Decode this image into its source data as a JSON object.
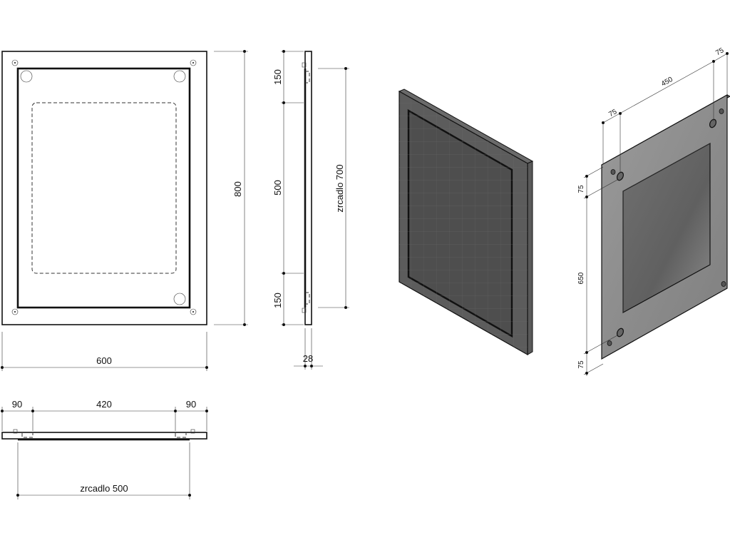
{
  "front_view": {
    "height_label": "800",
    "width_label": "600"
  },
  "side_view": {
    "top_label": "150",
    "middle_label": "500",
    "bottom_label": "150",
    "mirror_label": "zrcadlo 700",
    "depth_label": "28"
  },
  "top_view": {
    "left_label": "90",
    "center_label": "420",
    "right_label": "90",
    "mirror_label": "zrcadlo 500"
  },
  "iso_back_view": {
    "top_offset_label": "75",
    "span_label": "450",
    "right_offset_label": "75",
    "upper_offset_label": "75",
    "vertical_span_label": "650",
    "lower_offset_label": "75"
  },
  "colors": {
    "line": "#111111",
    "mirror_front": "#555555",
    "frame_back": "#8f8f8f",
    "panel_side": "#6e6e6e"
  }
}
